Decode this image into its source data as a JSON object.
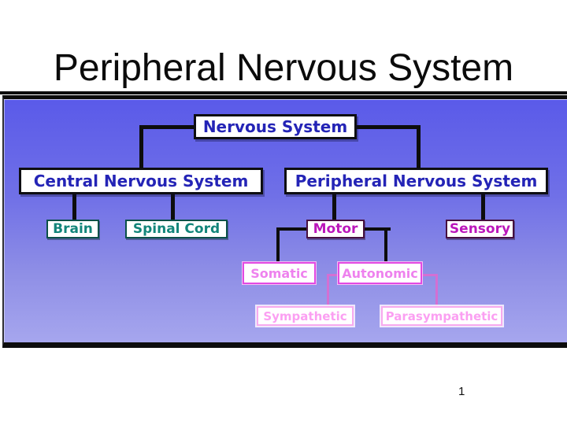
{
  "slide": {
    "title": "Peripheral Nervous System",
    "page_number": "1"
  },
  "diagram": {
    "nodes": {
      "nervous_system": {
        "label": "Nervous System"
      },
      "cns": {
        "label": "Central Nervous System"
      },
      "pns": {
        "label": "Peripheral Nervous System"
      },
      "brain": {
        "label": "Brain"
      },
      "spinal_cord": {
        "label": "Spinal Cord"
      },
      "motor": {
        "label": "Motor"
      },
      "sensory": {
        "label": "Sensory"
      },
      "somatic": {
        "label": "Somatic"
      },
      "autonomic": {
        "label": "Autonomic"
      },
      "sympathetic": {
        "label": "Sympathetic"
      },
      "parasympathetic": {
        "label": "Parasympathetic"
      }
    },
    "colors": {
      "level1_text": "#2424b6",
      "level1_border": "#0e0e12",
      "cns_children_text": "#12857a",
      "cns_children_border": "#0b5048",
      "pns_children_text": "#bb17bb",
      "pns_children_border": "#46103f",
      "motor_children_text": "#ee82ee",
      "motor_children_border": "#e24ae2",
      "autonomic_children_text": "#fb9ff2",
      "autonomic_children_border": "#f8aaee",
      "connector_dark": "#0d0d0d",
      "connector_pink": "#d36fd3",
      "background_gradient_top": "#5a5ae9",
      "background_gradient_bottom": "#a6a6ee",
      "title_text": "#0b0b0b"
    }
  }
}
